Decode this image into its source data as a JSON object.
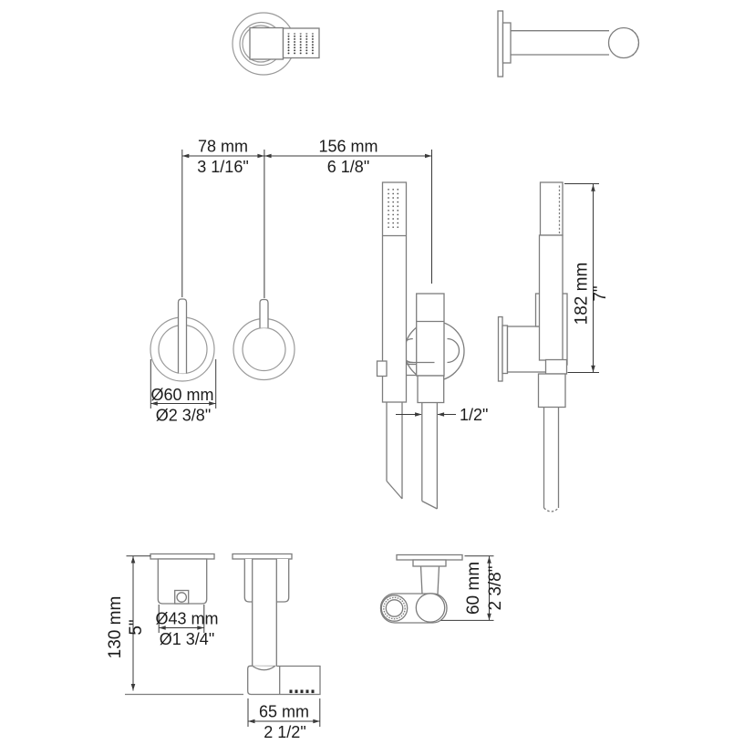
{
  "drawing": {
    "kind": "technical-dimension-drawing",
    "colors": {
      "background": "#ffffff",
      "part_line": "#7d7d7d",
      "dimension_line": "#3a3a3a",
      "text": "#1c1c1c"
    },
    "dimensions": {
      "handle_spacing": {
        "mm": "78 mm",
        "inch": "3 1/16\""
      },
      "outlet_spacing": {
        "mm": "156 mm",
        "inch": "6 1/8\""
      },
      "escutcheon_diameter": {
        "mm": "Ø60 mm",
        "inch": "Ø2 3/8\""
      },
      "connection_size": {
        "inch": "1/2\""
      },
      "handshower_height": {
        "mm": "182 mm",
        "inch": "7\""
      },
      "spout_flange_diameter": {
        "mm": "Ø43 mm",
        "inch": "Ø1 3/4\""
      },
      "spout_drop": {
        "mm": "130 mm",
        "inch": "5\""
      },
      "spout_reach": {
        "mm": "65 mm",
        "inch": "2 1/2\""
      },
      "holder_projection": {
        "mm": "60 mm",
        "inch": "2 3/8\""
      }
    }
  }
}
